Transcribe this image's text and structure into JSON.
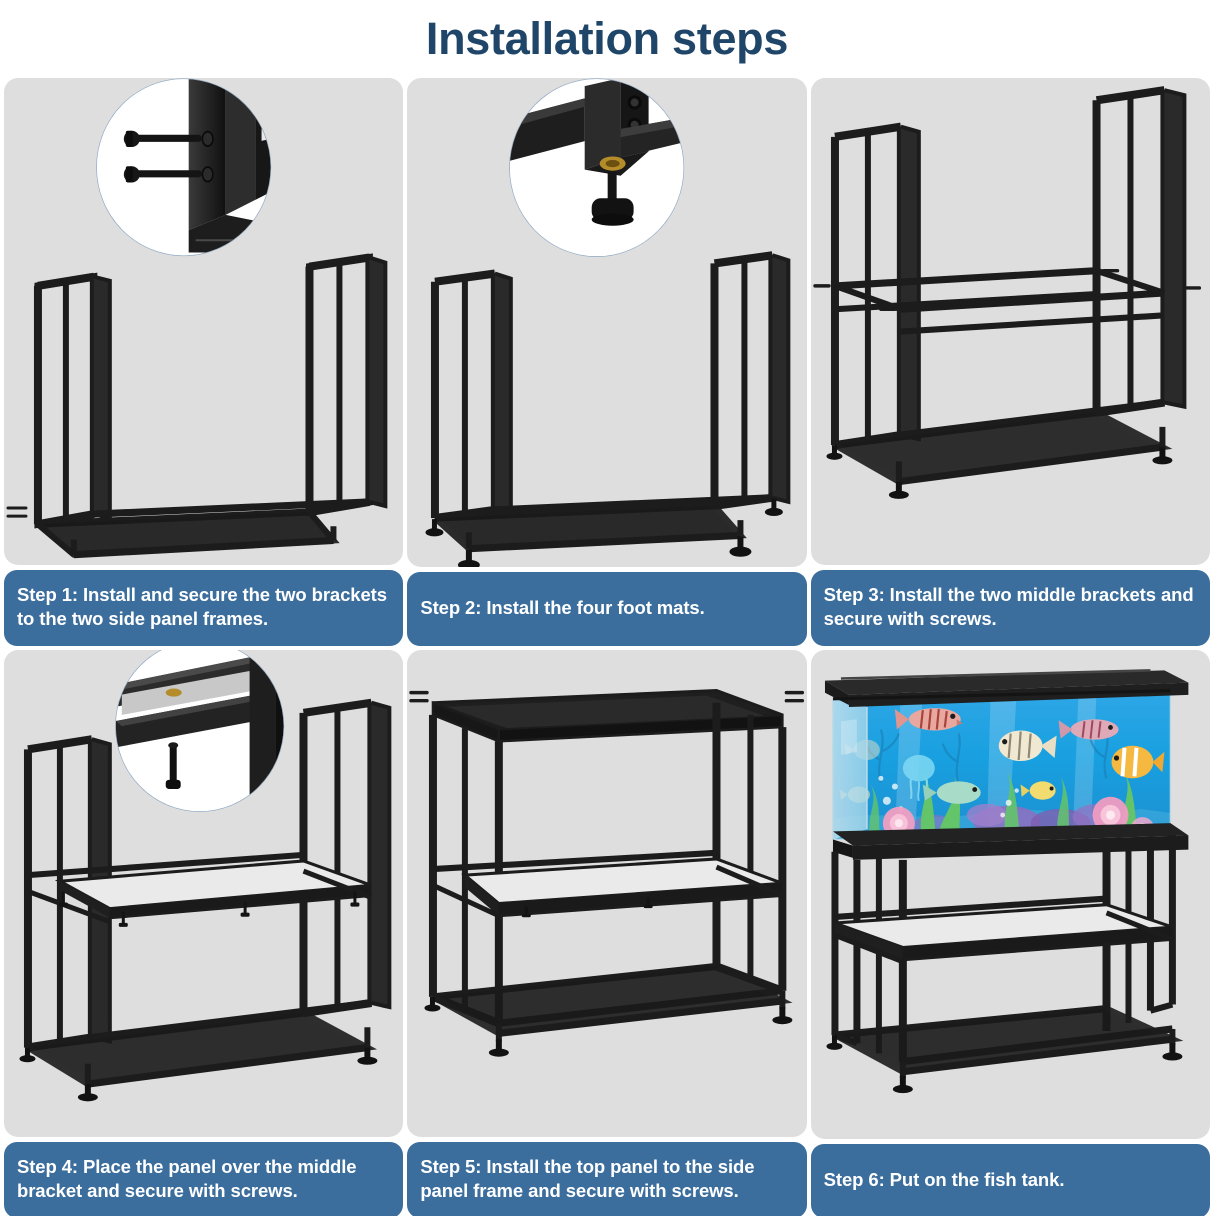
{
  "header": {
    "title": "Installation steps",
    "title_color": "#1f4668"
  },
  "theme": {
    "caption_bg": "#3c6e9d",
    "caption_text": "#ffffff",
    "panel_bg": "#dedede",
    "frame_black": "#1c1c1c",
    "shelf_panel": "#e9e9e9",
    "brass": "#b58c2a",
    "callout_ring": "#8fa9c4",
    "water_blue": "#1f9fe0"
  },
  "steps": [
    {
      "id": "step-1",
      "number": "1",
      "caption": "Step 1: Install and secure the two brackets to the two side panel frames.",
      "lines": [
        "Step 1: Install and secure the two",
        "brackets to the two side panel frames."
      ],
      "has_callout": true,
      "callout_name": "bracket-screw-detail",
      "callout_desc": "two-bolts-into-post-holes",
      "illustration": "side-frames-with-bottom-rails"
    },
    {
      "id": "step-2",
      "number": "2",
      "caption": "Step 2: Install the four foot mats.",
      "lines": [
        "Step 2: Install the four foot mats."
      ],
      "has_callout": true,
      "callout_name": "foot-mat-detail",
      "callout_desc": "leveling-foot-into-brass-insert",
      "illustration": "frame-with-four-foot-mats"
    },
    {
      "id": "step-3",
      "number": "3",
      "caption": "Step 3: Install the two middle brackets and secure with screws.",
      "lines": [
        "Step 3: Install the two middle brackets",
        "and secure with screws."
      ],
      "has_callout": false,
      "callout_name": "",
      "callout_desc": "",
      "illustration": "frame-with-middle-brackets"
    },
    {
      "id": "step-4",
      "number": "4",
      "caption": "Step 4: Place the panel over the middle bracket and secure with screws.",
      "lines": [
        "Step 4: Place the panel over the middle",
        "bracket and secure with screws."
      ],
      "has_callout": true,
      "callout_name": "panel-screw-detail",
      "callout_desc": "screw-up-into-shelf-bracket",
      "illustration": "frame-with-middle-shelf-panel"
    },
    {
      "id": "step-5",
      "number": "5",
      "caption": "Step 5: Install the top panel to the side panel frame and secure with screws.",
      "lines": [
        "Step 5: Install the top panel to the side",
        "panel frame and secure with screws."
      ],
      "has_callout": false,
      "callout_name": "",
      "callout_desc": "",
      "illustration": "complete-stand-with-top-panel"
    },
    {
      "id": "step-6",
      "number": "6",
      "caption": "Step 6: Put on the fish tank.",
      "lines": [
        "Step 6: Put on the fish tank."
      ],
      "has_callout": false,
      "callout_name": "",
      "callout_desc": "",
      "illustration": "stand-with-aquarium-fish-tank"
    }
  ],
  "aquarium": {
    "fish_count": 8,
    "plants": "green-seaweed",
    "corals": "purple-and-pink-coral",
    "flowers": "pink-dahlia-flowers",
    "jellyfish": 1,
    "hood_color": "#252525"
  }
}
